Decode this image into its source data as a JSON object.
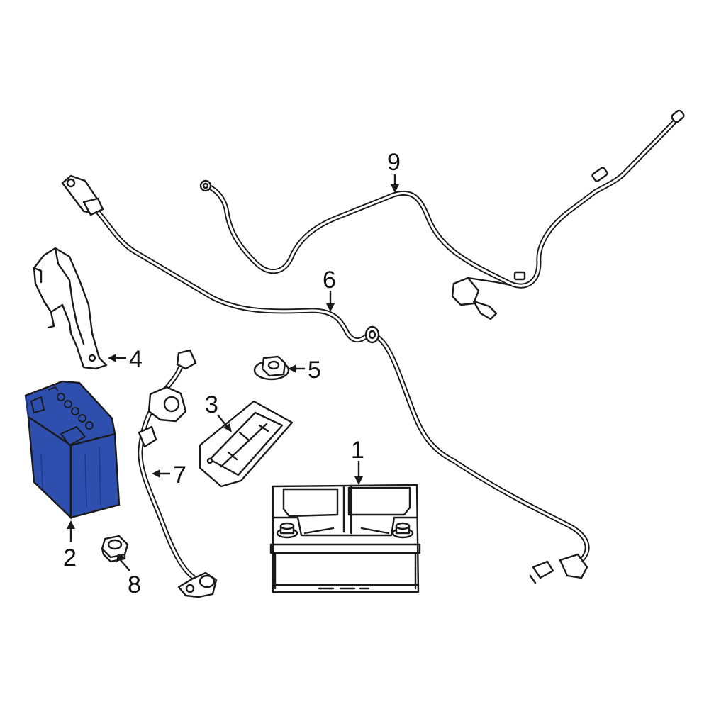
{
  "colors": {
    "highlight": "#2e4fae",
    "highlight_dark": "#1d3a8f",
    "line": "#1a1a1a",
    "background": "#ffffff"
  },
  "callouts": [
    {
      "id": "1",
      "label": "1"
    },
    {
      "id": "2",
      "label": "2"
    },
    {
      "id": "3",
      "label": "3"
    },
    {
      "id": "4",
      "label": "4"
    },
    {
      "id": "5",
      "label": "5"
    },
    {
      "id": "6",
      "label": "6"
    },
    {
      "id": "7",
      "label": "7"
    },
    {
      "id": "8",
      "label": "8"
    },
    {
      "id": "9",
      "label": "9"
    }
  ],
  "highlighted_part": "2"
}
